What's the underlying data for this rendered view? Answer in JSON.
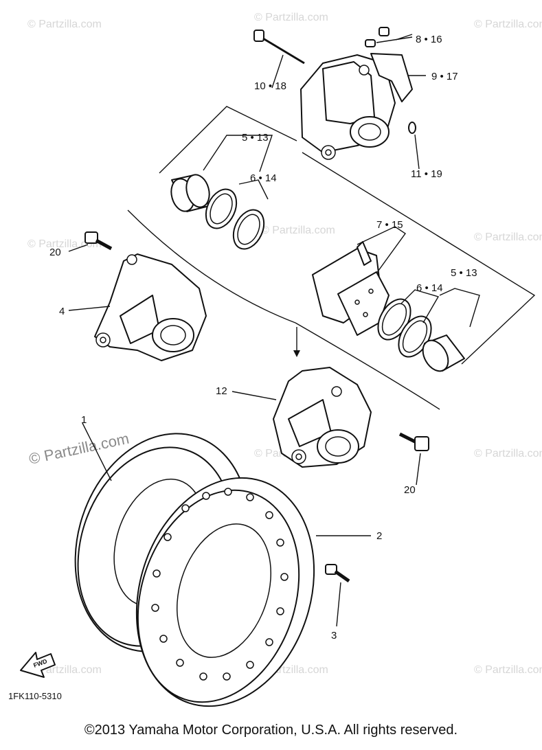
{
  "watermark": {
    "text": "© Partzilla.com",
    "small_text": "© Partzilla.com"
  },
  "callouts": {
    "p1": "1",
    "p2": "2",
    "p3": "3",
    "p4": "4",
    "p12": "12",
    "p20a": "20",
    "p20b": "20",
    "p8_16": "8 • 16",
    "p9_17": "9 • 17",
    "p10_18": "10 • 18",
    "p11_19": "11 • 19",
    "p5_13a": "5 • 13",
    "p6_14a": "6 • 14",
    "p7_15": "7 • 15",
    "p5_13b": "5 • 13",
    "p6_14b": "6 • 14"
  },
  "fwd_label": "FWD",
  "diagram_code": "1FK110-5310",
  "copyright": "©2013  Yamaha Motor Corporation, U.S.A. All rights reserved."
}
